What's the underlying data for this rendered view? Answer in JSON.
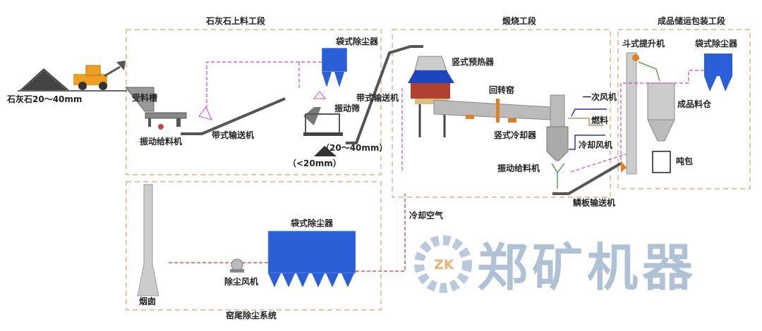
{
  "sections": {
    "limestone_feed": "石灰石上料工段",
    "calcination": "煅烧工段",
    "product_packaging": "成品储运包装工段",
    "kiln_tail_dust": "窑尾除尘系统"
  },
  "labels": {
    "limestone": "石灰石20～40mm",
    "receiving_hopper": "受料槽",
    "vibrating_feeder_1": "振动给料机",
    "belt_conveyor_1": "带式输送机",
    "bag_filter_1": "袋式除尘器",
    "vibrating_screen": "振动筛",
    "belt_conveyor_2": "带式输送机",
    "size_fine": "（<20mm）",
    "size_coarse": "（20～40mm）",
    "vertical_preheater": "竖式预热器",
    "rotary_kiln": "回转窑",
    "primary_fan": "一次风机",
    "fuel": "燃料",
    "vertical_cooler": "竖式冷却器",
    "cooling_fan": "冷却风机",
    "vibrating_feeder_2": "振动给料机",
    "apron_conveyor": "鳞板输送机",
    "cooling_air": "冷却空气",
    "bucket_elevator": "斗式提升机",
    "bag_filter_2": "袋式除尘器",
    "product_silo": "成品料仓",
    "bagging": "吨包",
    "bag_filter_3": "袋式除尘器",
    "dust_fan": "除尘风机",
    "chimney": "烟囱"
  },
  "watermark": {
    "text": "郑矿机器",
    "logo": "ZK"
  },
  "colors": {
    "section": "#e0a060",
    "dust_line": "#d040d0",
    "gas_line": "#d03030",
    "filter": "#2a5fd8",
    "watermark": "#6f8fb4"
  }
}
